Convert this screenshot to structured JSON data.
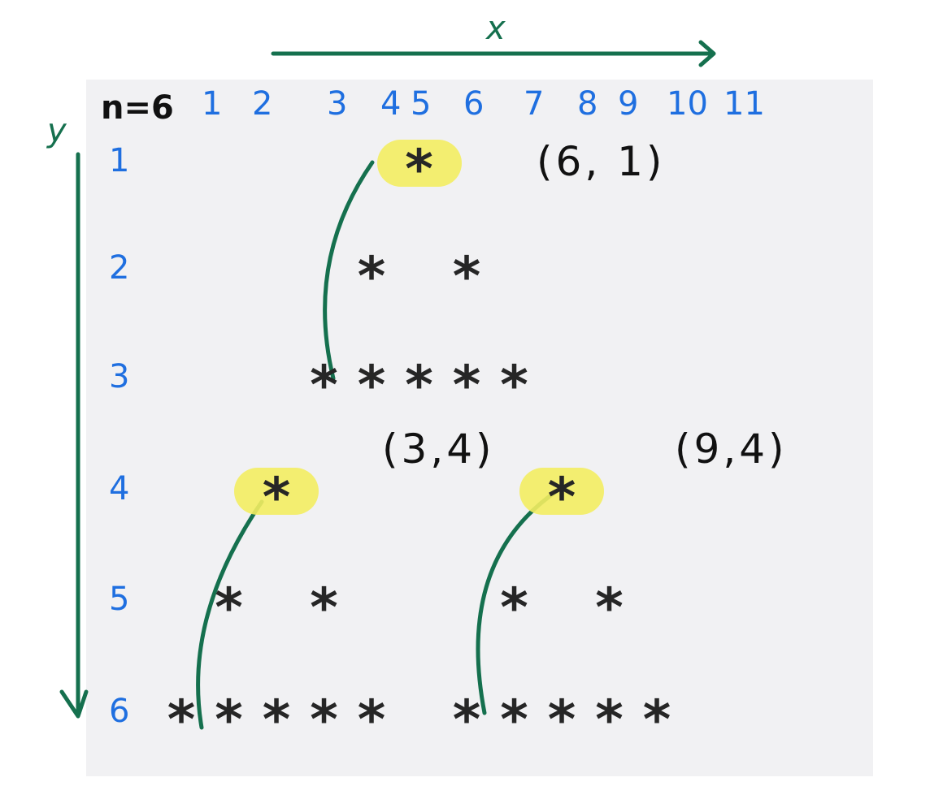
{
  "n_label": "n=6",
  "x_axis": {
    "label": "x",
    "ticks": [
      "1",
      "2",
      "3",
      "4",
      "5",
      "6",
      "7",
      "8",
      "9",
      "10",
      "11"
    ]
  },
  "y_axis": {
    "label": "y",
    "ticks": [
      "1",
      "2",
      "3",
      "4",
      "5",
      "6"
    ]
  },
  "pattern": {
    "rows": [
      [
        6
      ],
      [
        5,
        7
      ],
      [
        4,
        5,
        6,
        7,
        8
      ],
      [
        3,
        9
      ],
      [
        2,
        4,
        8,
        10
      ],
      [
        1,
        2,
        3,
        4,
        5,
        7,
        8,
        9,
        10,
        11
      ]
    ],
    "highlighted": [
      [
        6,
        1
      ],
      [
        3,
        4
      ],
      [
        9,
        4
      ]
    ]
  },
  "annotations": {
    "top_point": "(6, 1)",
    "left_point": "(3,4)",
    "right_point": "(9,4)"
  },
  "colors": {
    "axis": "#15704e",
    "labels": "#1f6fe0",
    "highlight": "#f3ed62",
    "star": "#262626",
    "panel": "#f1f1f3"
  }
}
